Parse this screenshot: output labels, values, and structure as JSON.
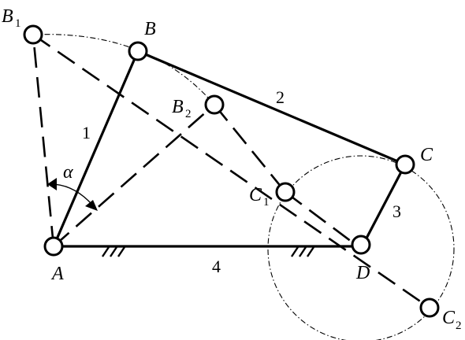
{
  "labels": {
    "A": "A",
    "B": "B",
    "C": "C",
    "D": "D",
    "B1": "B",
    "B1_sub": "1",
    "B2": "B",
    "B2_sub": "2",
    "C1": "C",
    "C1_sub": "1",
    "C2": "C",
    "C2_sub": "2",
    "link1": "1",
    "link2": "2",
    "link3": "3",
    "link4": "4",
    "alpha": "α"
  }
}
